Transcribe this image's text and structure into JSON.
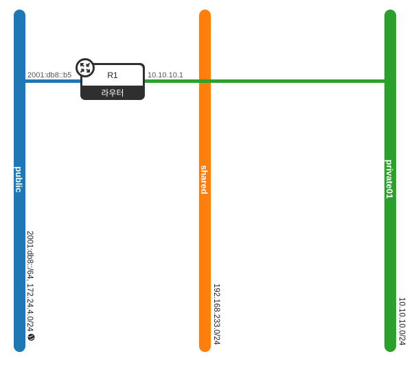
{
  "networks": [
    {
      "name": "public",
      "cidr": "2001:db8::/64, 172.24.4.0/24",
      "color": "#1f77b4",
      "external": true,
      "globe_icon": "globe-icon"
    },
    {
      "name": "shared",
      "cidr": "192.168.233.0/24",
      "color": "#ff7f0e",
      "external": false
    },
    {
      "name": "private01",
      "cidr": "10.10.10.0/24",
      "color": "#2ca02c",
      "external": false
    }
  ],
  "router": {
    "name": "R1",
    "label": "라우터",
    "icon": "router-icon",
    "color": "#2f2f2f"
  },
  "links": [
    {
      "from": "public",
      "to": "R1",
      "ip": "2001:db8::b5",
      "color": "#1f77b4"
    },
    {
      "from": "R1",
      "to": "private01",
      "ip": "10.10.10.1",
      "color": "#2ca02c"
    }
  ]
}
